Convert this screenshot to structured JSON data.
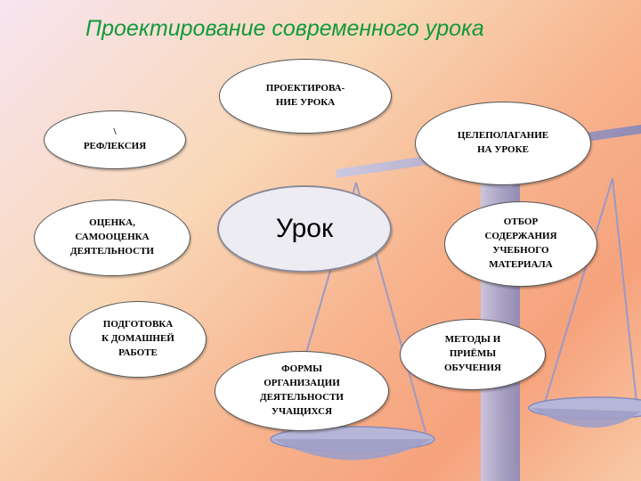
{
  "title": "Проектирование современного урока",
  "center": "Урок",
  "nodes": {
    "design": "ПРОЕКТИРОВА-\nНИЕ УРОКА",
    "reflection": "\\\nРЕФЛЕКСИЯ",
    "goal_setting": "ЦЕЛЕПОЛАГАНИЕ\nНА УРОКЕ",
    "assessment": "ОЦЕНКА,\nСАМООЦЕНКА\nДЕЯТЕЛЬНОСТИ",
    "content_selection": "ОТБОР\nСОДЕРЖАНИЯ\nУЧЕБНОГО\nМАТЕРИАЛА",
    "homework": "ПОДГОТОВКА\nК ДОМАШНЕЙ\nРАБОТЕ",
    "methods": "МЕТОДЫ И\nПРИЁМЫ\nОБУЧЕНИЯ",
    "forms": "ФОРМЫ\nОРГАНИЗАЦИИ\nДЕЯТЕЛЬНОСТИ\nУЧАЩИХСЯ"
  },
  "colors": {
    "title": "#109a3a",
    "scales": "#9a9ac8"
  }
}
